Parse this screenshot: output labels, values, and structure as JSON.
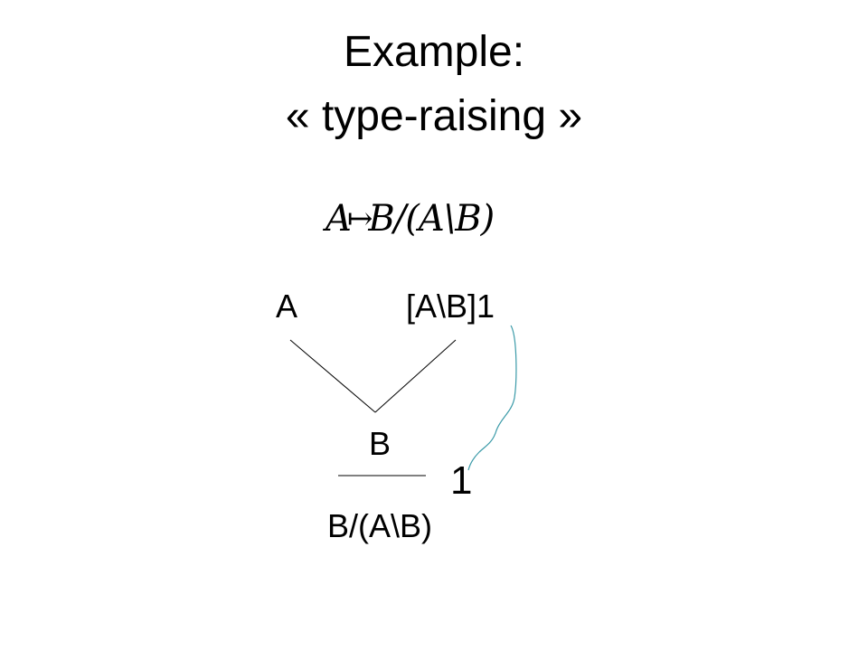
{
  "slide": {
    "title_line1": "Example:",
    "title_line2": "« type-raising »"
  },
  "formula": {
    "lhs": "A",
    "arrow": "↦",
    "rhs": "B/(A\\B)"
  },
  "derivation": {
    "premise_left": "A",
    "premise_right": "[A\\B]1",
    "result": "B",
    "rule_index": "1",
    "conclusion": "B/(A\\B)"
  },
  "colors": {
    "text": "#000000",
    "discharge_curve": "#3a9aa8"
  }
}
